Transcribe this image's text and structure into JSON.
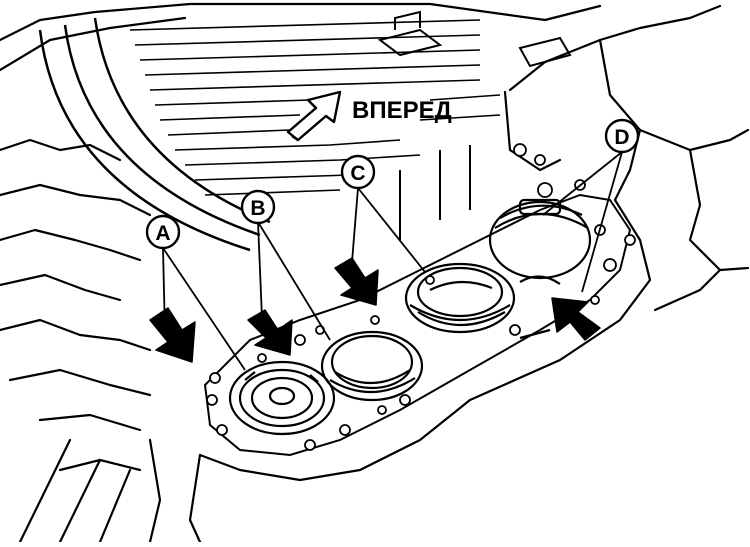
{
  "diagram": {
    "direction_label": "ВПЕРЕД",
    "callouts": [
      {
        "id": "A",
        "label": "A"
      },
      {
        "id": "B",
        "label": "B"
      },
      {
        "id": "C",
        "label": "C"
      },
      {
        "id": "D",
        "label": "D"
      }
    ],
    "colors": {
      "ink": "#000000",
      "paper": "#ffffff"
    }
  }
}
